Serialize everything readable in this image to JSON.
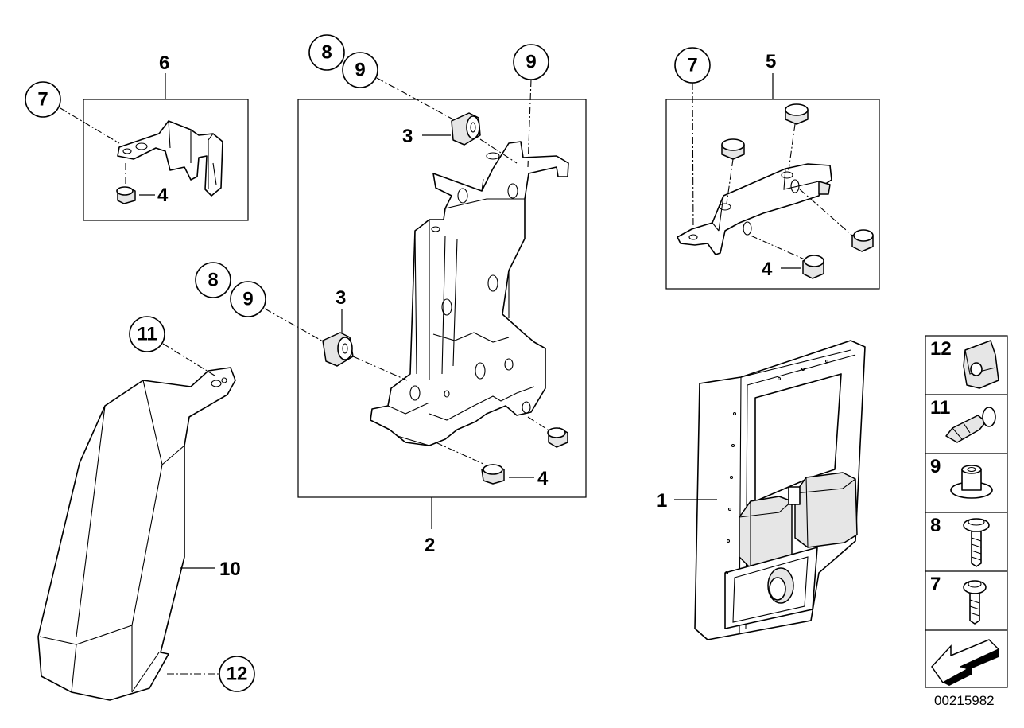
{
  "labels": {
    "l1": "1",
    "l2": "2",
    "l3a": "3",
    "l3b": "3",
    "l4a": "4",
    "l4b": "4",
    "l4c": "4",
    "l5": "5",
    "l6": "6",
    "l10": "10"
  },
  "callouts": {
    "c7a": "7",
    "c7b": "7",
    "c8a": "8",
    "c9a": "9",
    "c9b": "9",
    "c8b": "8",
    "c9c": "9",
    "c11": "11",
    "c12": "12"
  },
  "legend": {
    "items": [
      "12",
      "11",
      "9",
      "8",
      "7"
    ]
  },
  "diagram_code": "00215982"
}
